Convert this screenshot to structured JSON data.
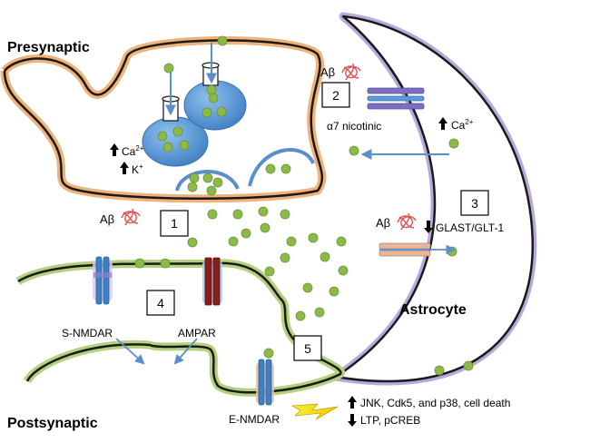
{
  "regions": {
    "presynaptic": "Presynaptic",
    "postsynaptic": "Postsynaptic",
    "astrocyte": "Astrocyte"
  },
  "steps": [
    "1",
    "2",
    "3",
    "4",
    "5"
  ],
  "abeta": "Aβ",
  "presynaptic_ions": {
    "calcium_base": "Ca",
    "calcium_charge": "2+",
    "potassium_base": "K",
    "potassium_charge": "+"
  },
  "astro_calcium": {
    "base": "Ca",
    "charge": "2+"
  },
  "receptors": {
    "nicotinic": "α7 nicotinic",
    "glast": "GLAST/GLT-1",
    "s_nmdar": "S-NMDAR",
    "ampar": "AMPAR",
    "e_nmdar": "E-NMDAR"
  },
  "outcomes": {
    "up": "JNK, Cdk5, and p38, cell death",
    "down": "LTP, pCREB"
  },
  "colors": {
    "presynaptic_membrane": "#e8a060",
    "postsynaptic_membrane": "#9cbd5a",
    "astrocyte_membrane": "#9a85c4",
    "glutamate": "#8db84a",
    "vesicle": "#5b9bd5",
    "amyloid": "#e05050",
    "arrow": "#5b8fcc",
    "lightning": "#f5e600"
  }
}
